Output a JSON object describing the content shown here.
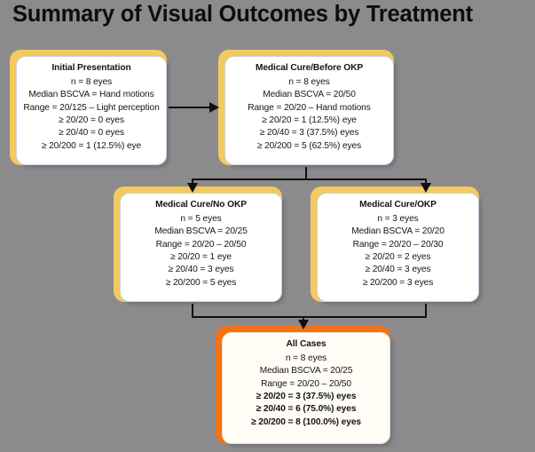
{
  "title": "Summary of Visual Outcomes by Treatment",
  "colors": {
    "background": "#8b8b8e",
    "accent_yellow": "#f4c95d",
    "accent_orange": "#f47216",
    "card_white": "#ffffff",
    "card_cream": "#fffdf5",
    "text": "#141414",
    "connector": "#0f0f12"
  },
  "nodes": [
    {
      "id": "initial-presentation",
      "title": "Initial Presentation",
      "accent": "yellow",
      "lines": [
        {
          "text": "n = 8 eyes",
          "bold": false
        },
        {
          "text": "Median BSCVA = Hand motions",
          "bold": false
        },
        {
          "text": "Range = 20/125 – Light perception",
          "bold": false
        },
        {
          "text": "≥ 20/20 = 0 eyes",
          "bold": false
        },
        {
          "text": "≥ 20/40 = 0 eyes",
          "bold": false
        },
        {
          "text": "≥ 20/200 = 1 (12.5%) eye",
          "bold": false
        }
      ]
    },
    {
      "id": "medical-cure-before-okp",
      "title": "Medical Cure/Before OKP",
      "accent": "yellow",
      "lines": [
        {
          "text": "n = 8 eyes",
          "bold": false
        },
        {
          "text": "Median BSCVA = 20/50",
          "bold": false
        },
        {
          "text": "Range = 20/20 – Hand motions",
          "bold": false
        },
        {
          "text": "≥ 20/20 = 1 (12.5%) eye",
          "bold": false
        },
        {
          "text": "≥ 20/40 = 3 (37.5%) eyes",
          "bold": false
        },
        {
          "text": "≥ 20/200 = 5 (62.5%) eyes",
          "bold": false
        }
      ]
    },
    {
      "id": "medical-cure-no-okp",
      "title": "Medical Cure/No OKP",
      "accent": "yellow",
      "lines": [
        {
          "text": "n = 5 eyes",
          "bold": false
        },
        {
          "text": "Median BSCVA = 20/25",
          "bold": false
        },
        {
          "text": "Range = 20/20 – 20/50",
          "bold": false
        },
        {
          "text": "≥ 20/20 = 1 eye",
          "bold": false
        },
        {
          "text": "≥ 20/40 = 3 eyes",
          "bold": false
        },
        {
          "text": "≥ 20/200 = 5 eyes",
          "bold": false
        }
      ]
    },
    {
      "id": "medical-cure-okp",
      "title": "Medical Cure/OKP",
      "accent": "yellow",
      "lines": [
        {
          "text": "n = 3 eyes",
          "bold": false
        },
        {
          "text": "Median BSCVA = 20/20",
          "bold": false
        },
        {
          "text": "Range = 20/20 – 20/30",
          "bold": false
        },
        {
          "text": "≥ 20/20 = 2 eyes",
          "bold": false
        },
        {
          "text": "≥ 20/40 = 3 eyes",
          "bold": false
        },
        {
          "text": "≥ 20/200 = 3 eyes",
          "bold": false
        }
      ]
    },
    {
      "id": "all-cases",
      "title": "All Cases",
      "accent": "orange",
      "lines": [
        {
          "text": "n = 8 eyes",
          "bold": false
        },
        {
          "text": "Median BSCVA = 20/25",
          "bold": false
        },
        {
          "text": "Range = 20/20 – 20/50",
          "bold": false
        },
        {
          "text": "≥ 20/20 = 3 (37.5%) eyes",
          "bold": true
        },
        {
          "text": "≥ 20/40 = 6 (75.0%) eyes",
          "bold": true
        },
        {
          "text": "≥ 20/200 = 8 (100.0%) eyes",
          "bold": true
        }
      ]
    }
  ],
  "connectors": [
    {
      "id": "initial-to-before-okp",
      "from": "initial-presentation",
      "to": "medical-cure-before-okp",
      "direction": "right"
    },
    {
      "id": "before-okp-to-no-okp",
      "from": "medical-cure-before-okp",
      "to": "medical-cure-no-okp",
      "direction": "down"
    },
    {
      "id": "before-okp-to-okp",
      "from": "medical-cure-before-okp",
      "to": "medical-cure-okp",
      "direction": "down"
    },
    {
      "id": "no-okp-to-all-cases",
      "from": "medical-cure-no-okp",
      "to": "all-cases",
      "direction": "down"
    },
    {
      "id": "okp-to-all-cases",
      "from": "medical-cure-okp",
      "to": "all-cases",
      "direction": "down"
    }
  ]
}
